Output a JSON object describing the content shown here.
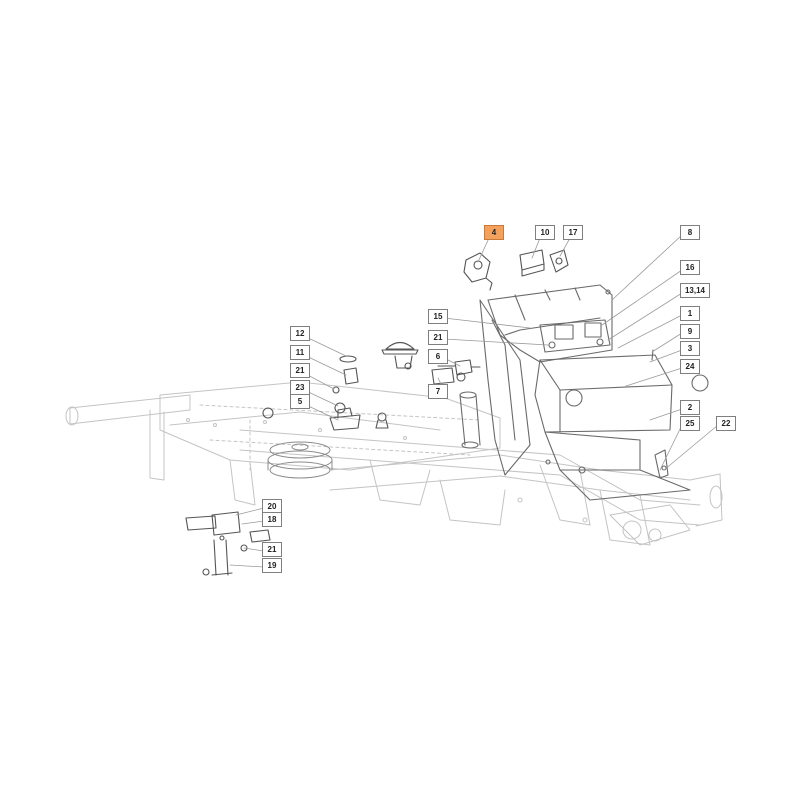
{
  "diagram": {
    "highlight_color": "#f4a15d",
    "line_color": "#9a9a9a",
    "callouts": {
      "c4": "4",
      "c10": "10",
      "c17": "17",
      "c8": "8",
      "c16": "16",
      "c13_14": "13,14",
      "c15": "15",
      "c1": "1",
      "c21a": "21",
      "c9": "9",
      "c12": "12",
      "c6": "6",
      "c3": "3",
      "c11": "11",
      "c24": "24",
      "c21b": "21",
      "c7": "7",
      "c23": "23",
      "c5": "5",
      "c2": "2",
      "c25": "25",
      "c22": "22",
      "c20": "20",
      "c18": "18",
      "c21c": "21",
      "c19": "19"
    }
  }
}
